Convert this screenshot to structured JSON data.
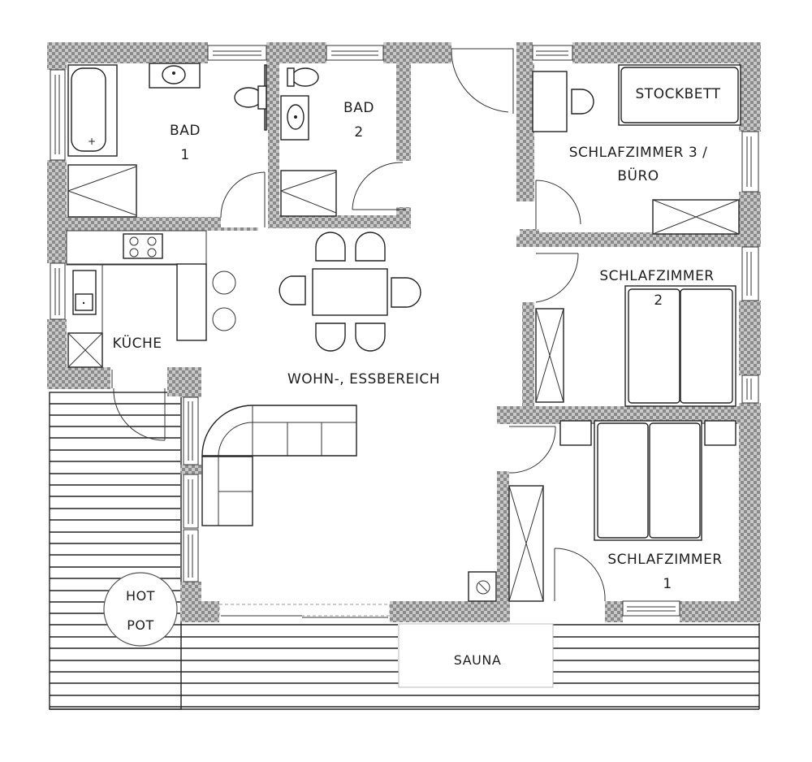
{
  "plan": {
    "rooms": {
      "bad1": {
        "line1": "BAD",
        "line2": "1"
      },
      "bad2": {
        "line1": "BAD",
        "line2": "2"
      },
      "schlafzimmer3": {
        "line1": "SCHLAFZIMMER 3 /",
        "line2": "BÜRO"
      },
      "stockbett": {
        "label": "STOCKBETT"
      },
      "kueche": {
        "label": "KÜCHE"
      },
      "wohnbereich": {
        "label": "WOHN-, ESSBEREICH"
      },
      "schlafzimmer2": {
        "line1": "SCHLAFZIMMER",
        "line2": "2"
      },
      "schlafzimmer1": {
        "line1": "SCHLAFZIMMER",
        "line2": "1"
      },
      "hotpot": {
        "line1": "HOT",
        "line2": "POT"
      },
      "sauna": {
        "label": "SAUNA"
      }
    },
    "colors": {
      "wall_dark": "#8a8a8a",
      "wall_light": "#c8c8c8",
      "line": "#222222",
      "background": "#ffffff"
    }
  }
}
